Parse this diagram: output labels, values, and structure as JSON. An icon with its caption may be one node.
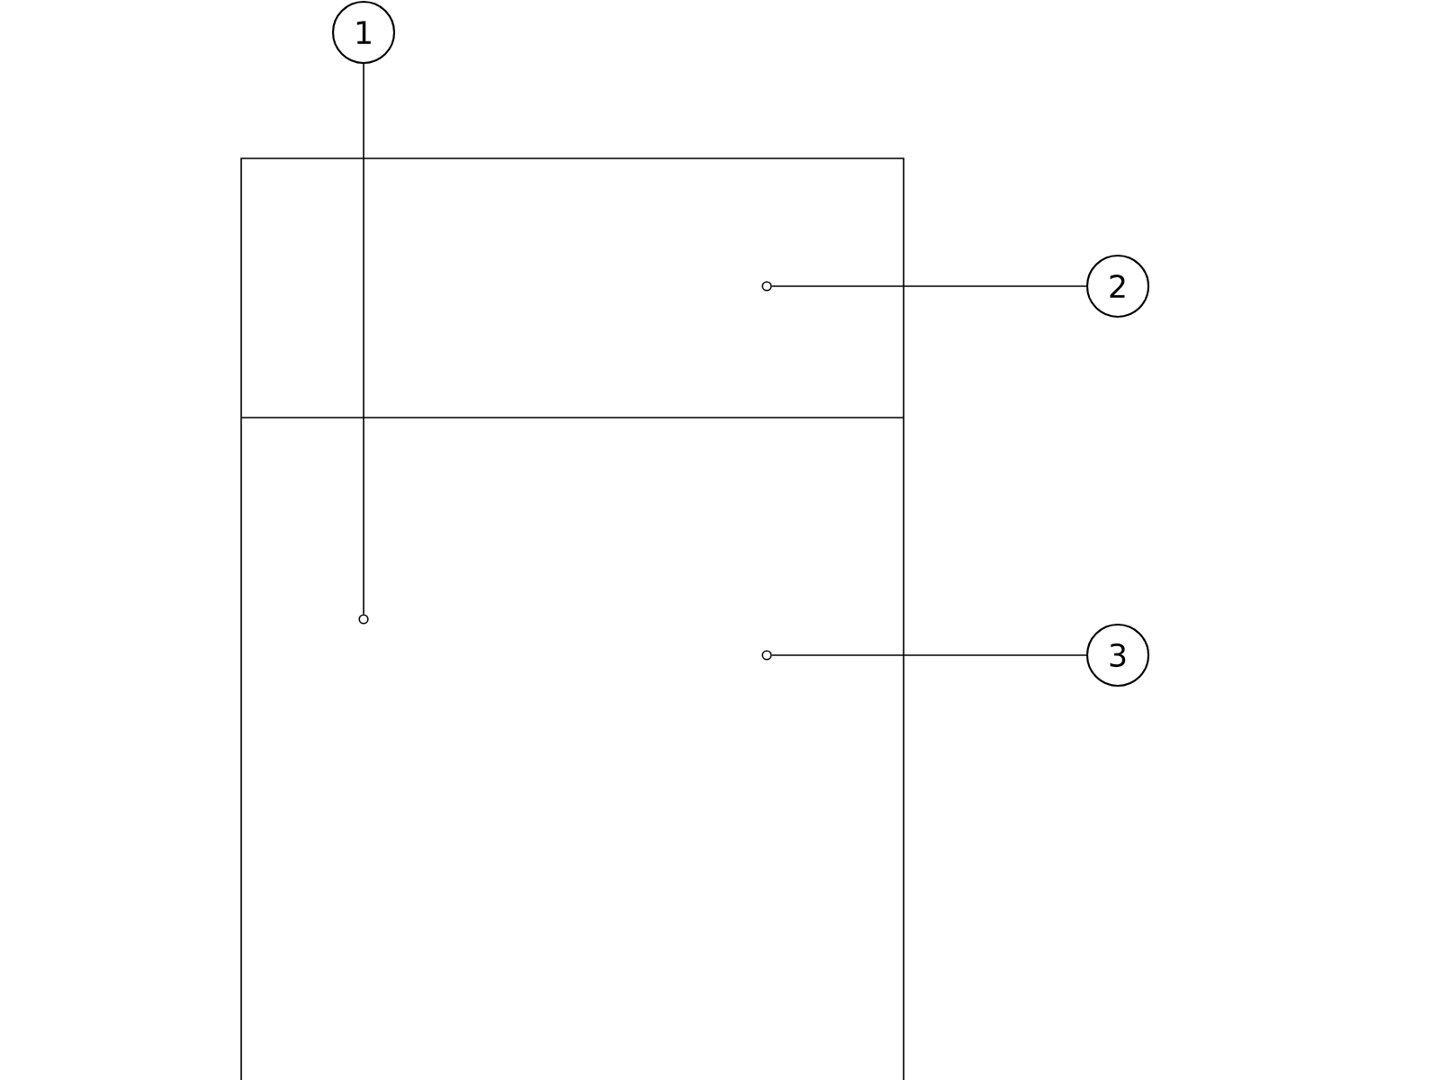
{
  "diagram": {
    "nodes": [
      {
        "text": [
          "1"
        ]
      },
      {
        "text": [
          "2"
        ]
      },
      {
        "text": [
          "3"
        ]
      },
      {
        "text": [],
        "shape": "circle"
      },
      {
        "text": [],
        "shape": "circle"
      },
      {
        "text": [],
        "shape": "circle"
      }
    ],
    "edges": [
      {
        "from": 0,
        "to": 5,
        "arrow": "none"
      },
      {
        "from": 1,
        "to": 3,
        "arrow": "none"
      },
      {
        "from": 2,
        "to": 4,
        "arrow": "none"
      }
    ]
  }
}
